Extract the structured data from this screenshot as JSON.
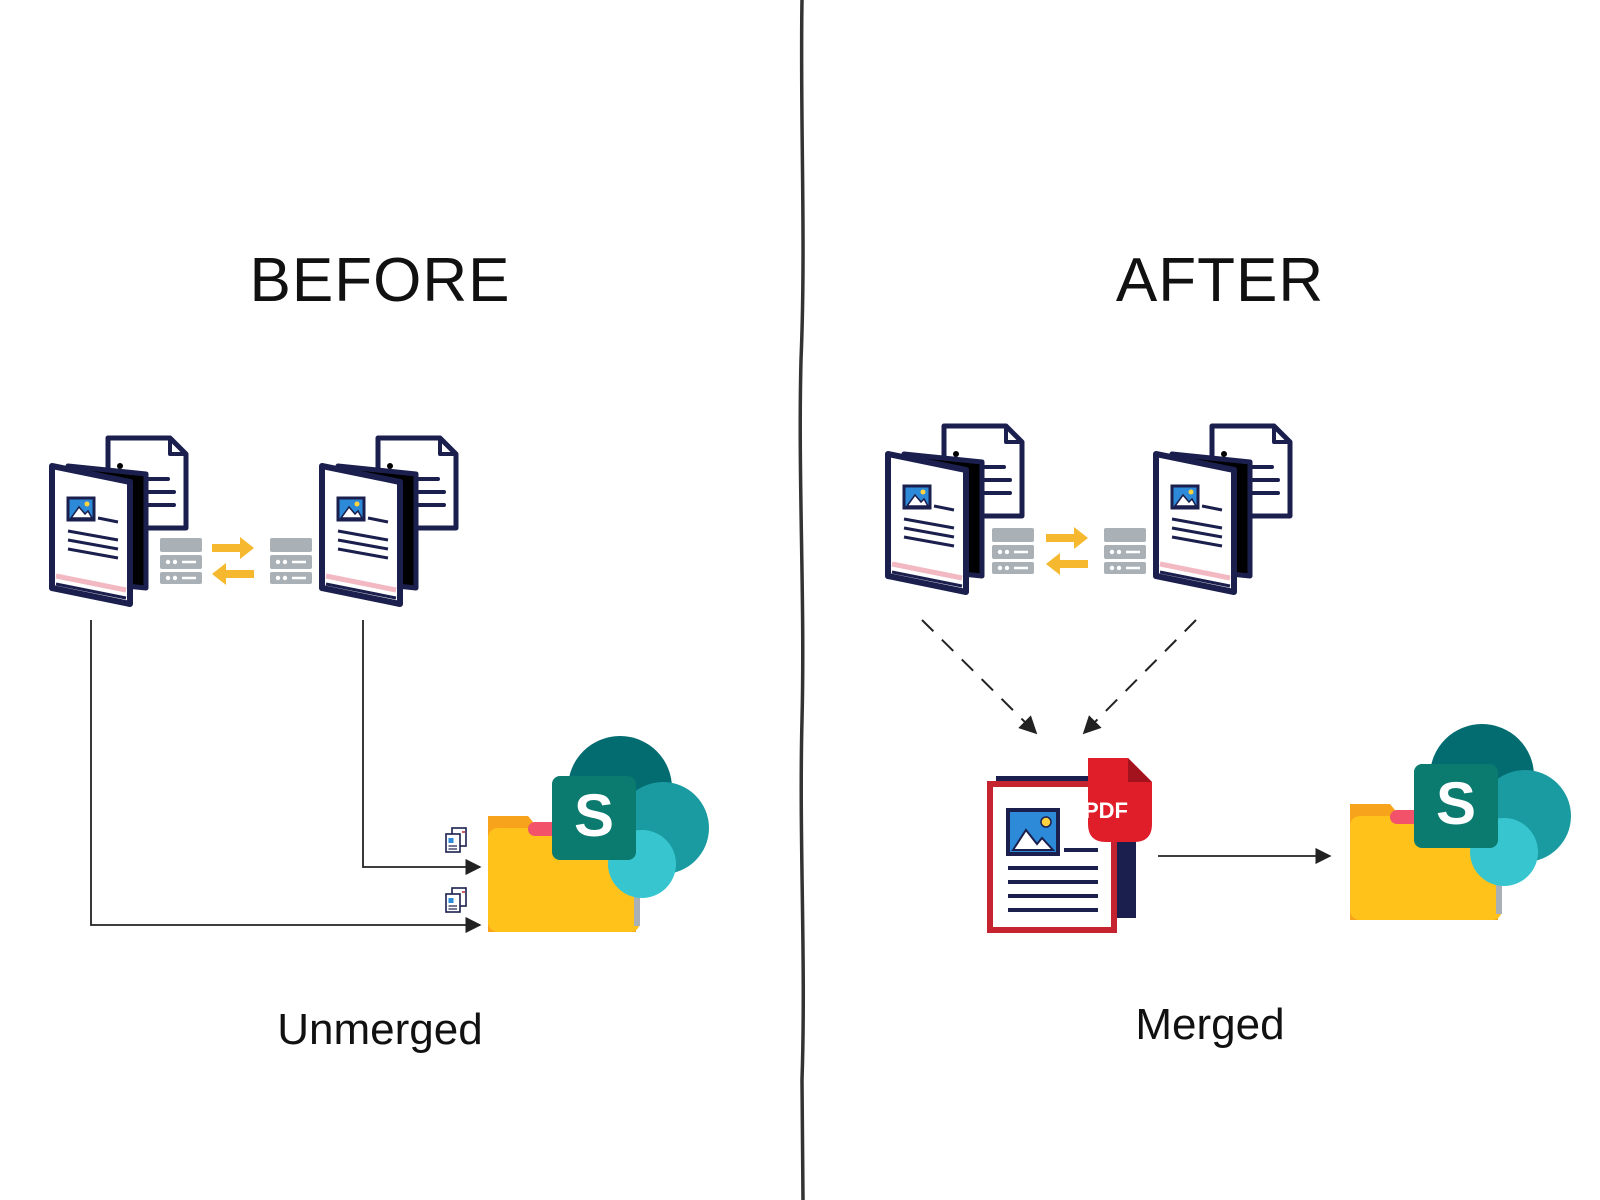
{
  "before": {
    "title": "BEFORE",
    "caption": "Unmerged"
  },
  "after": {
    "title": "AFTER",
    "caption": "Merged",
    "pdf_badge": "PDF"
  },
  "sharepoint_letter": "S",
  "colors": {
    "ink": "#1b1f4d",
    "paper": "#ffffff",
    "doc_accent_left": "#f26a2e",
    "doc_accent_right": "#c4232f",
    "image_blue": "#2d8ad9",
    "server_gray": "#a9b0b6",
    "arrow_yellow": "#f5b82e",
    "folder_yellow": "#ffc21a",
    "folder_orange": "#f7a31c",
    "sp_dark": "#036c70",
    "sp_mid": "#1a9ba1",
    "sp_light": "#37c6d0",
    "sp_badge": "#0b7a6f",
    "pdf_red": "#e01e2a",
    "frame_red": "#c4232f",
    "divider": "#333333"
  },
  "icons": [
    "document-pair-icon",
    "server-icon",
    "swap-arrows-icon",
    "sharepoint-folder-icon",
    "pdf-document-icon",
    "small-file-icon"
  ]
}
